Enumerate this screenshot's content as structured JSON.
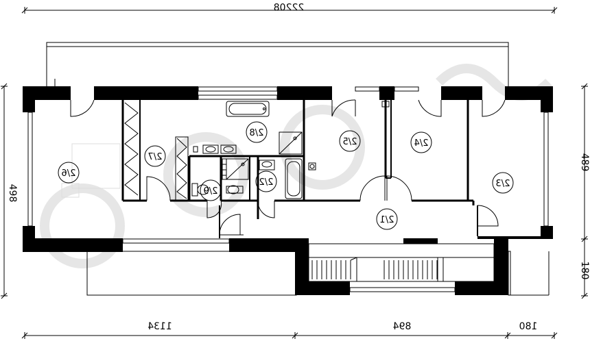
{
  "dimensions": {
    "top_total": "22208",
    "right_depth": "489",
    "right_bay": "180",
    "left_depth": "498",
    "bottom_left": "1134",
    "bottom_mid": "894",
    "bottom_right": "180"
  },
  "rooms": [
    {
      "label": "2/1"
    },
    {
      "label": "2/2"
    },
    {
      "label": "2/3"
    },
    {
      "label": "2/4"
    },
    {
      "label": "2/5"
    },
    {
      "label": "2/6"
    },
    {
      "label": "2/7"
    },
    {
      "label": "2/8"
    },
    {
      "label": "2/9"
    }
  ],
  "colors": {
    "wall": "#000000",
    "line": "#000000",
    "background": "#ffffff",
    "watermark": "#e6e6e6"
  }
}
